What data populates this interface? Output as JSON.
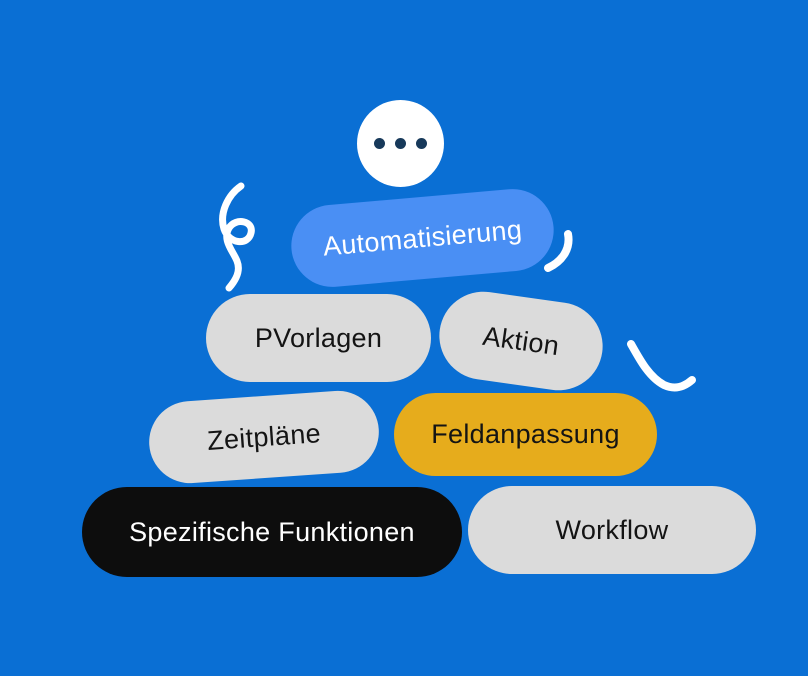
{
  "illustration": {
    "background_color": "#0a6fd4",
    "doodle_color": "#ffffff",
    "ellipsis_badge": {
      "icon": "ellipsis-icon",
      "bg_color": "#ffffff",
      "dot_color": "#17395a",
      "dot_count": 3
    },
    "pills": [
      {
        "id": "automatisierung",
        "label": "Automatisierung",
        "bg": "#4a8ff4",
        "text_color": "#ffffff"
      },
      {
        "id": "vorlagen",
        "label": "PVorlagen",
        "bg": "#dbdbdb",
        "text_color": "#141414"
      },
      {
        "id": "aktion",
        "label": "Aktion",
        "bg": "#dbdbdb",
        "text_color": "#141414"
      },
      {
        "id": "zeitplaene",
        "label": "Zeitpläne",
        "bg": "#dbdbdb",
        "text_color": "#141414"
      },
      {
        "id": "feldanpassung",
        "label": "Feldanpassung",
        "bg": "#e6ac1c",
        "text_color": "#141414"
      },
      {
        "id": "spezifische_funktionen",
        "label": "Spezifische Funktionen",
        "bg": "#0d0d0d",
        "text_color": "#ffffff"
      },
      {
        "id": "workflow",
        "label": "Workflow",
        "bg": "#dbdbdb",
        "text_color": "#141414"
      }
    ]
  }
}
